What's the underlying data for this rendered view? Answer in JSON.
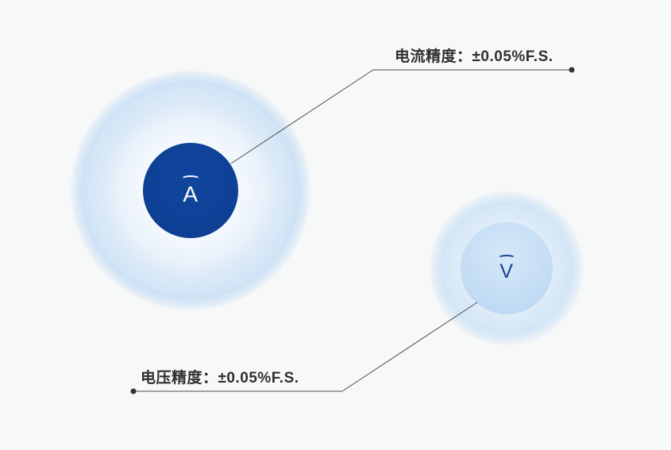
{
  "labels": {
    "current_accuracy": "电流精度：±0.05%F.S.",
    "voltage_accuracy": "电压精度：±0.05%F.S."
  },
  "meters": {
    "ammeter": {
      "symbol": "A"
    },
    "voltmeter": {
      "symbol": "V"
    }
  },
  "colors": {
    "background": "#f7f8f8",
    "ammeter_core_blue": "#0c3c90",
    "voltmeter_fill_blue": "#b7d5f2",
    "halo_light_blue": "#d5e6f6",
    "leader_line": "#4d4d4d",
    "label_text": "#2f2f2f"
  }
}
